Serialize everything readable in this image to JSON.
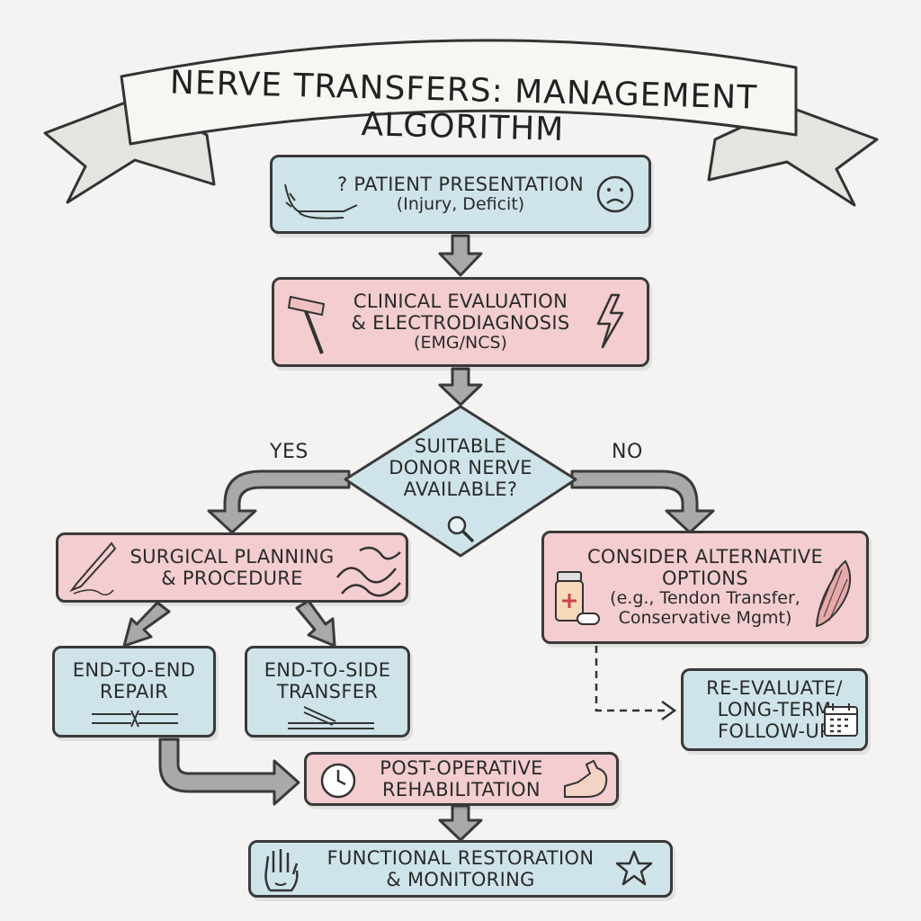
{
  "title": "NERVE TRANSFERS: MANAGEMENT ALGORITHM",
  "nodes": {
    "presentation": {
      "line1": "? PATIENT PRESENTATION",
      "line2": "(Injury, Deficit)"
    },
    "evaluation": {
      "line1": "CLINICAL EVALUATION",
      "line2": "& ELECTRODIAGNOSIS",
      "line3": "(EMG/NCS)"
    },
    "decision": {
      "line1": "SUITABLE",
      "line2": "DONOR NERVE",
      "line3": "AVAILABLE?"
    },
    "yes_label": "YES",
    "no_label": "NO",
    "surgical": {
      "line1": "SURGICAL PLANNING",
      "line2": "& PROCEDURE"
    },
    "alternative": {
      "line1": "CONSIDER ALTERNATIVE",
      "line2": "OPTIONS",
      "line3": "(e.g., Tendon Transfer,",
      "line4": "Conservative Mgmt)"
    },
    "end_to_end": {
      "line1": "END-TO-END",
      "line2": "REPAIR"
    },
    "end_to_side": {
      "line1": "END-TO-SIDE",
      "line2": "TRANSFER"
    },
    "reevaluate": {
      "line1": "RE-EVALUATE/",
      "line2": "LONG-TERM",
      "line3": "FOLLOW-UP"
    },
    "postop": {
      "line1": "POST-OPERATIVE",
      "line2": "REHABILITATION"
    },
    "functional": {
      "line1": "FUNCTIONAL RESTORATION",
      "line2": "& MONITORING"
    }
  },
  "colors": {
    "blue_box": "#cfe4ea",
    "pink_box": "#f3cdd0",
    "outline": "#3a3a3a",
    "arrow_fill": "#a9a9a9"
  },
  "icons": [
    "arm-icon",
    "sad-face-icon",
    "reflex-hammer-icon",
    "lightning-icon",
    "magnifier-icon",
    "scalpel-icon",
    "nerve-fibers-icon",
    "pill-bottle-icon",
    "muscle-icon",
    "nerve-repair-icon",
    "nerve-side-icon",
    "calendar-icon",
    "clock-icon",
    "flexed-arm-icon",
    "hand-icon",
    "star-icon"
  ]
}
